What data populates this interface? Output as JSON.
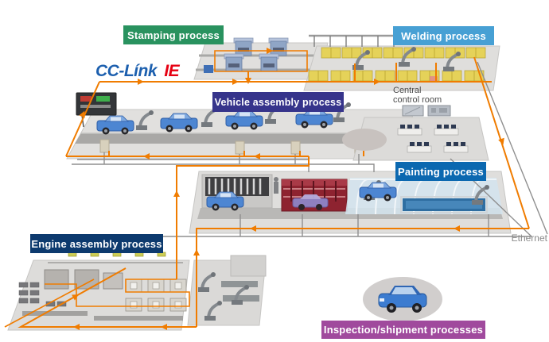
{
  "logo": {
    "cc_link": "CC-Línk",
    "ie": "IE",
    "blue": "#1c5fae",
    "red": "#e60012"
  },
  "process_labels": {
    "stamping": {
      "label": "Stamping process",
      "color": "#29925f"
    },
    "welding": {
      "label": "Welding process",
      "color": "#47a0d4"
    },
    "vehicle_assembly": {
      "label": "Vehicle assembly process",
      "color": "#36348b"
    },
    "painting": {
      "label": "Painting process",
      "color": "#0b68b0"
    },
    "engine_assembly": {
      "label": "Engine assembly process",
      "color": "#0d3a6e"
    },
    "inspection_shipment": {
      "label": "Inspection/shipment processes",
      "color": "#a04a9d"
    }
  },
  "annotations": {
    "central_control_room_line1": "Central",
    "central_control_room_line2": "control room",
    "ethernet": "Ethernet"
  },
  "network": {
    "cc_link_ie_color": "#f07c00",
    "ethernet_color": "#8f8f8f"
  }
}
